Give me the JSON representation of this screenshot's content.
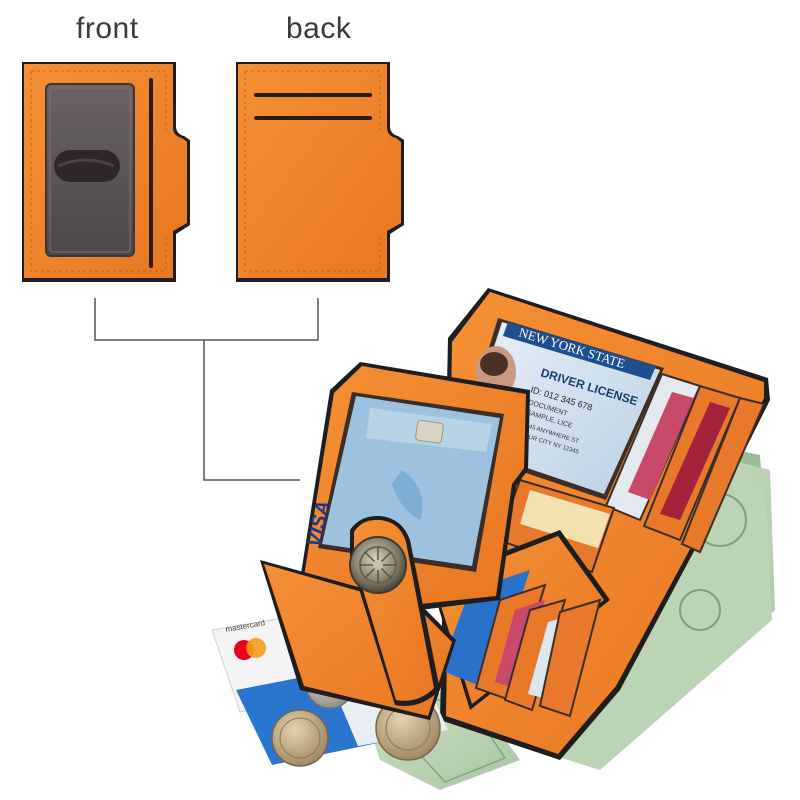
{
  "labels": {
    "front": "front",
    "back": "back"
  },
  "card_text": {
    "state_banner": "NEW YORK STATE",
    "license_title": "DRIVER LICENSE",
    "id_line": "ID: 012 345 678",
    "document_line": "DOCUMENT",
    "sample_line": "SAMPLE, LICE",
    "address_line": "2345 ANYWHERE ST",
    "city_line": "YOUR CITY NY 12345",
    "card_brand": "VISA",
    "mastercard_label": "mastercard"
  },
  "colors": {
    "leather": "#f0802a",
    "leather_dark": "#c9641c",
    "leather_edge": "#1e1e1e",
    "window": "#5c5456",
    "connector": "#555555",
    "money": "#b9d3b4",
    "snap": "#8a8576"
  }
}
